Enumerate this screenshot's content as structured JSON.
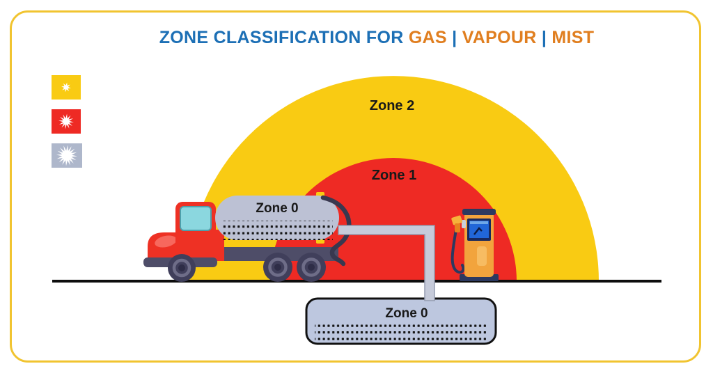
{
  "title": {
    "prefix": "ZONE CLASSIFICATION FOR",
    "gas": "GAS",
    "vapour": "VAPOUR",
    "mist": "MIST",
    "separator": "|"
  },
  "labels": {
    "zone2": "Zone 2",
    "zone1": "Zone 1",
    "truck_tank": "Zone 0",
    "underground_tank": "Zone 0"
  },
  "legend": {
    "items": [
      {
        "name": "zone-2-yellow",
        "icon": "small-starburst-icon",
        "color": "#F9CB13"
      },
      {
        "name": "zone-1-red",
        "icon": "medium-starburst-icon",
        "color": "#EE2A24"
      },
      {
        "name": "zone-0-gray",
        "icon": "large-starburst-icon",
        "color": "#AEB7CB"
      }
    ]
  },
  "colors": {
    "border_yellow": "#F1C430",
    "zone_yellow": "#F9CB13",
    "zone_red": "#EE2A24",
    "title_blue": "#1C6FB5",
    "title_orange": "#E07E1F",
    "label_black": "#191919",
    "tank_gray": "#BCC1D4",
    "underground_gray": "#BDC7DF",
    "pipe_gray": "#C6CBDA",
    "pipe_edge": "#949BB0",
    "truck_red": "#EE3124",
    "truck_red_light": "#F7685D",
    "window_teal": "#8BD7DF",
    "window_edge": "#4E9FAA",
    "chassis_gray": "#4E4D68",
    "wheel_dark": "#403F5B",
    "wheel_ring": "#6E6D88",
    "wheel_hub": "#2E2D47",
    "hose_navy": "#39384F",
    "dispenser_orange": "#F2A43D",
    "dispenser_orange_light": "#F7BC62",
    "dispenser_navy": "#2C3960",
    "screen_blue": "#2166D8",
    "screen_frame": "#18285C",
    "nozzle_yellow": "#F6B33B",
    "nozzle_orange": "#E8821E",
    "legend_gray": "#AEB7CB",
    "ground_black": "#0D0D0D",
    "dot_black": "#141414"
  }
}
